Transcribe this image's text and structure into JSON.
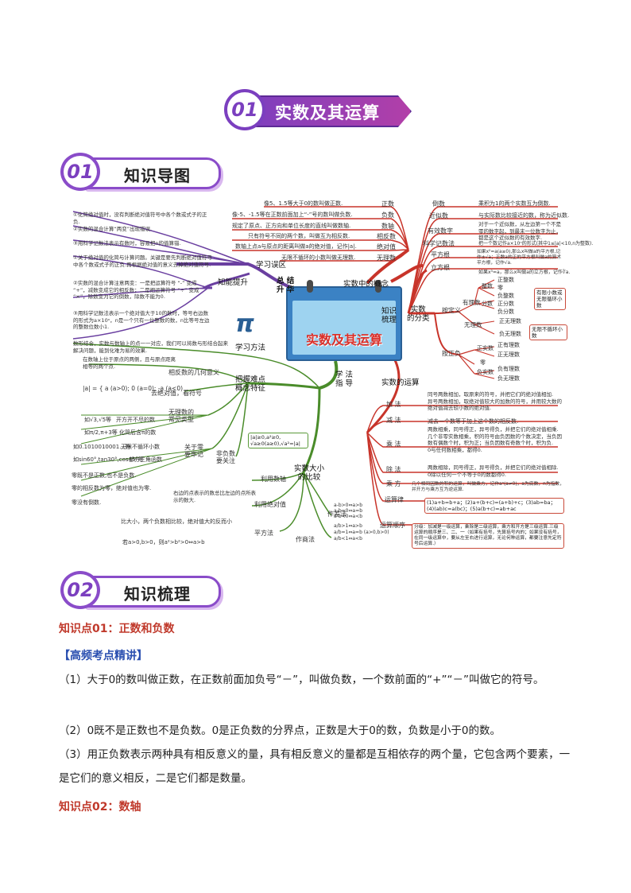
{
  "banner": {
    "number": "01",
    "title": "实数及其运算"
  },
  "section1": {
    "number": "01",
    "title": "知识导图"
  },
  "section2": {
    "number": "02",
    "title": "知识梳理"
  },
  "mindmap": {
    "center_title": "实数及其运算",
    "center_symbol": "π",
    "branch_summary": "总 结\n升 华",
    "branch_concept": "实数中的概念",
    "branch_knowledge": "知识\n梳理",
    "branch_method": "学 法\n指 导",
    "node_mistakes": "学习误区",
    "node_ability": "知能提升",
    "node_learning": "学习方法",
    "node_features": "把握难点\n概念特征",
    "node_classify": "实数\n的分类",
    "node_operation": "实数的运算",
    "node_compare": "实数大小\n的比较",
    "mistakes": [
      "①化简绝对值时，没有判断绝对值符号中各个数或式子的正负.",
      "②实数的混合计算“两变”出现错误.",
      "③用科学记数法表示有数时，容易把n的值算错."
    ],
    "ability": [
      "①关于绝对值的化简与计算问题。关键是要先判断绝对值符号中各个数或式子的正负.再根据绝对值的意义去掉绝对值符号.",
      "②实数的混合计算注意两变：一是把运算符号 “-” 变成 “+”，减数变成它的相反数；二是把运算符号 “÷” 变成 “×”，除数变为它的倒数，除数不能为0.",
      "③用科学记数法表示一个绝对值大于10的数时，等号右边数的形式为a×10ⁿ，n是一个只有一位整数的数，n比等号左边的整数位数小1."
    ],
    "learning": "数形结合，实数与数轴上的点一一对应，我们可以将数与形结合起来解决问题，能到化难为易的效果.",
    "geometry_label": "相反数的几何意义",
    "geometry_text": "在数轴上位于原点的两侧，且与原点距离相等的两个点.",
    "abs_label": "去绝对值，看符号",
    "abs_formula": "|a| = { a (a>0); 0 (a=0); -a (a<0)",
    "irr_label": "无理数的\n常见类型",
    "irr_items": [
      "如√3,√5等",
      "开方开不尽的数",
      "如π/2,π+3等",
      "化简后含π的数",
      "如0.1010010001…等",
      "无限不循环小数",
      "如sin60°,tan30°,cos45°等",
      "部分三角函数"
    ],
    "memo_label": "关于零\n要牢记",
    "memo_items": [
      "零既不是正数,也不是负数.",
      "零的相反数为零，绝对值也为零.",
      "零没有倒数."
    ],
    "nonneg_label": "非负数\n要关注",
    "nonneg_formula": "|a|≥0,a²≥0,\n√a≥0(a≥0),√a²=|a|",
    "axis_label": "利用数轴",
    "axis_text": "右边的点表示的数总比左边的点所表示的数大.",
    "absval_label": "利用绝对值",
    "absval_text": "比大小，两个负数相比较，绝对值大的反而小",
    "diff_label": "作差法",
    "diff_text": "a-b>0⇔a>b\na-b=0⇔a=b\na-b<0⇔a<b",
    "quot_label": "作商法",
    "quot_text": "a/b>1⇔a>b\na/b=1⇔a=b (a>0,b>0)\na/b<1⇔a<b",
    "square_label": "平方法",
    "square_text": "若a>0,b>0，则a²>b²>0⇔a>b",
    "concepts": [
      {
        "name": "正数",
        "text": "像5、1.5等大于0的数叫做正数."
      },
      {
        "name": "负数",
        "text": "像-5、-1.5等在正数前面加上“-”号的数叫做负数."
      },
      {
        "name": "数轴",
        "text": "规定了原点、正方向和单位长度的直线叫做数轴."
      },
      {
        "name": "相反数",
        "text": "只有符号不同的两个数，叫做互为相反数."
      },
      {
        "name": "绝对值",
        "text": "数轴上点a与原点的距离叫做a的绝对值，记作|a|."
      },
      {
        "name": "无理数",
        "text": "无限不循环的小数叫做无理数."
      }
    ],
    "knowledge": [
      {
        "name": "倒数",
        "text": "乘积为1的两个实数互为倒数."
      },
      {
        "name": "近似数",
        "text": "与实际数比较接近的数，称为近似数."
      },
      {
        "name": "有效数字",
        "text": "对于一个近似数，从左边第一个不是零的数字起，到最末一位数字为止，都是这个近似数的有效数字."
      },
      {
        "name": "科学记数法",
        "text": "把一个数记作a×10ⁿ的形式(其中1≤|a|<10,n为整数)."
      },
      {
        "name": "平方根",
        "text": "如果x²=a(a≥0),那么x叫做a的平方根,记作±√a；正数a的正的平方根叫做a的算术平方根，记作√a."
      },
      {
        "name": "立方根",
        "text": "如果x³=a，那么x叫做a的立方根，记作∛a."
      }
    ],
    "classify_def": "按定义",
    "classify_sign": "按正负",
    "rational": "有理数",
    "irrational": "无理数",
    "integer": "整数",
    "fraction": "分数",
    "def_leaves": [
      "正整数",
      "零",
      "负整数",
      "正分数",
      "负分数"
    ],
    "def_note": "有限小数或无限循环小数",
    "irr_leaves": [
      "正无理数",
      "负无理数"
    ],
    "irr_note": "无限不循环小数",
    "positive": "正实数",
    "zero": "零",
    "negative": "负实数",
    "sign_leaves": [
      "正有理数",
      "正无理数",
      "负有理数",
      "负无理数"
    ],
    "operations": [
      {
        "name": "加  法",
        "text": "同号两数相加，取原来的符号，并把它们的绝对值相加.\n异号两数相加，取绝对值较大的加数的符号，并用较大数的绝对值减去较小数的绝对值."
      },
      {
        "name": "减  法",
        "text": "减去一个数等于加上这个数的相反数."
      },
      {
        "name": "乘  法",
        "text": "两数相乘，同号得正，异号得负，并把它们的绝对值相乘.\n几个非零实数相乘，积的符号由负因数的个数决定，当负因数有偶数个时，积为正；当负因数有奇数个时，积为负.\n0与任何数相乘，都得0."
      },
      {
        "name": "除  法",
        "text": "两数相除，同号得正，异号得负，并把它们的绝对值相除.\n0除以任何一个不等于0的数都得0."
      },
      {
        "name": "乘  方",
        "text": "几个相同因数的积的运算，叫做乘方，记作aⁿ(a≠0)，a为底数，n为指数，并开方与乘方互为逆运算."
      },
      {
        "name": "运算律",
        "text": "(1)a+b=b+a；(2)a+(b+c)=(a+b)+c；(3)ab=ba；(4)(ab)c=a(bc)；(5)a(b+c)=ab+ac"
      },
      {
        "name": "运算顺序",
        "text": "分级：加减是一级运算，乘除是二级运算，乘方和开方是三级运算.三级运算的顺序是三、二、一（如果有括号，先算括号内的；如果没有括号，在同一级运算中，要从左至右进行运算，无论何种运算，都要注意先定符号后运算.）"
      }
    ]
  },
  "kp1": "知识点01：正数和负数",
  "hl1": "【高频考点精讲】",
  "paras": [
    "（1）大于0的数叫做正数，在正数前面加负号“－”，叫做负数，一个数前面的“+”“－”叫做它的符号。",
    "（2）0既不是正数也不是负数。0是正负数的分界点，正数是大于0的数，负数是小于0的数。",
    "（3）用正负数表示两种具有相反意义的量，具有相反意义的量都是互相依存的两个量，它包含两个要素，一是它们的意义相反，二是它们都是数量。"
  ],
  "kp2": "知识点02：数轴"
}
